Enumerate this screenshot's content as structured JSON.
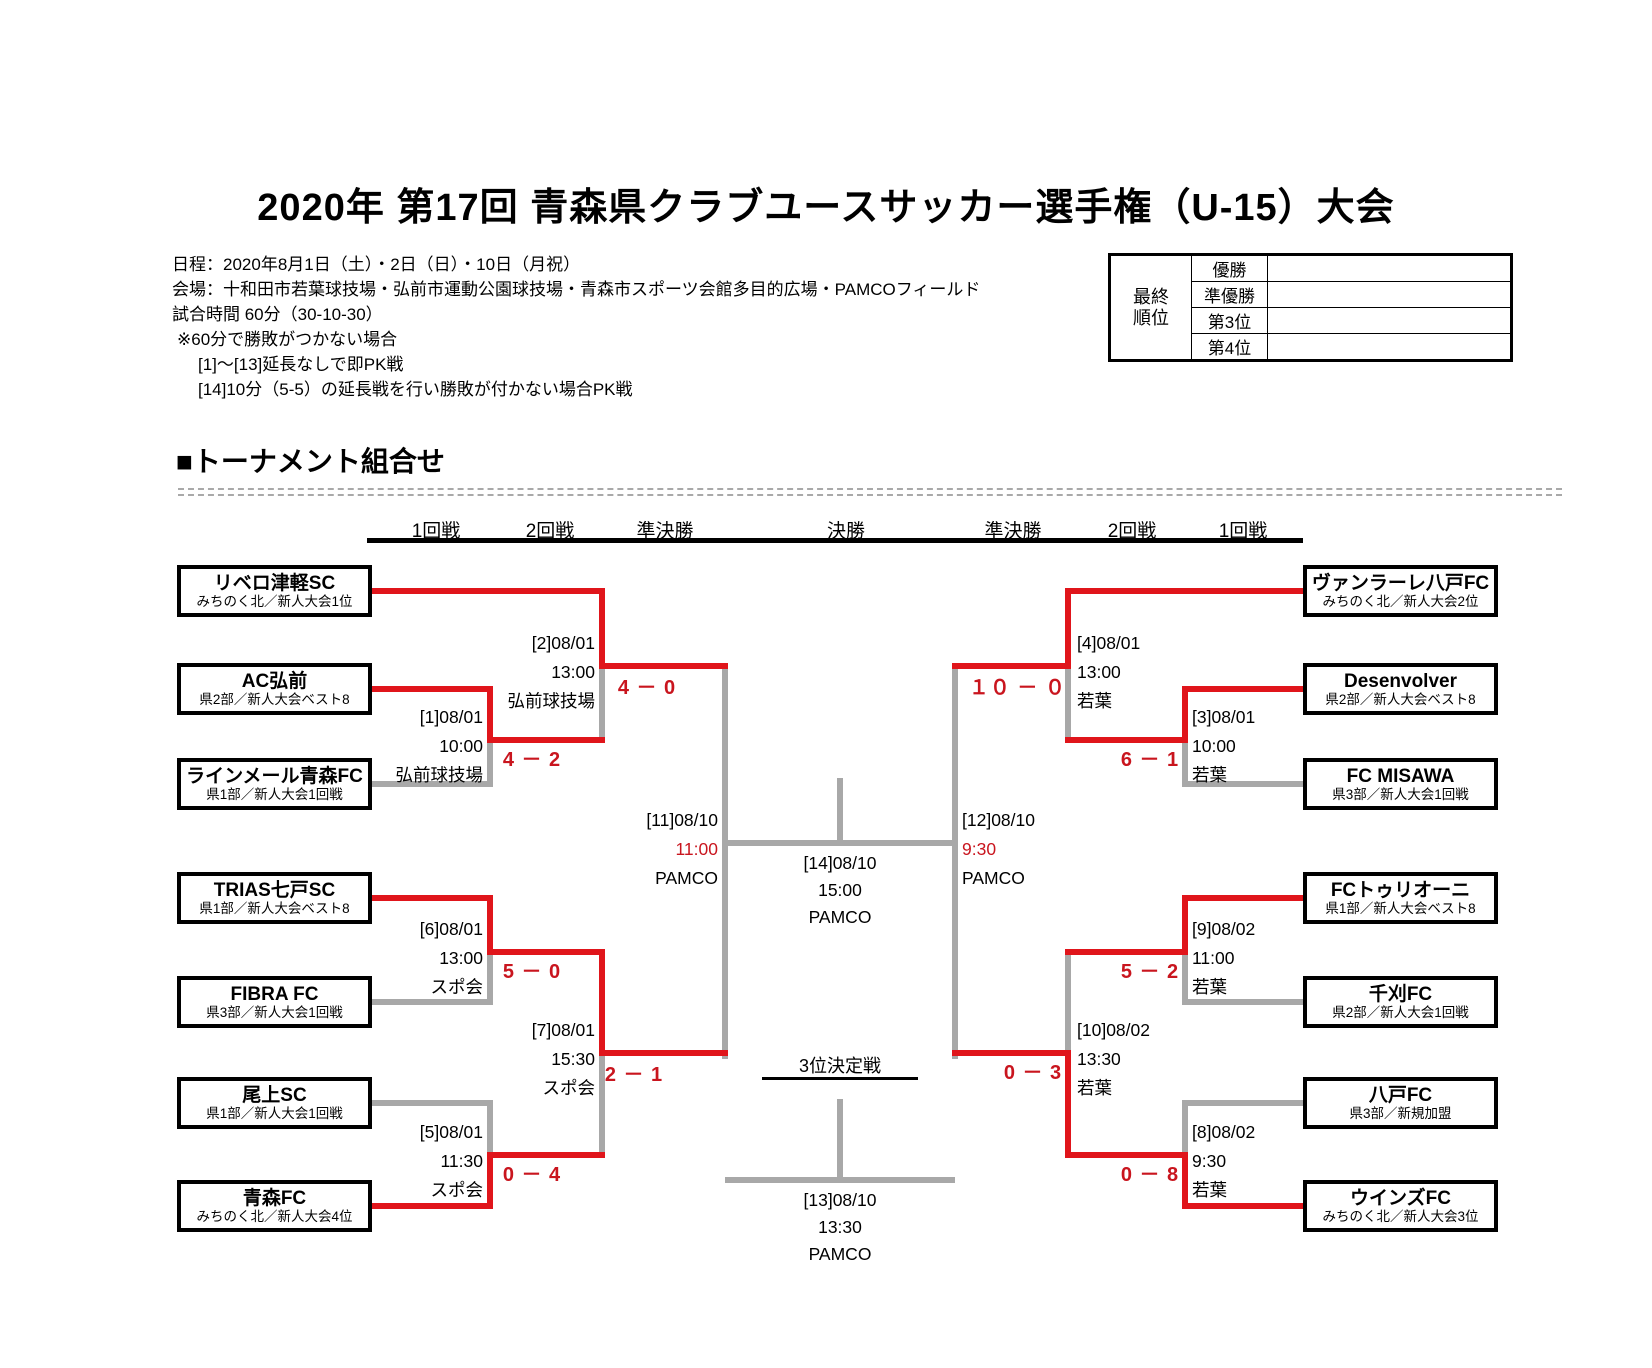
{
  "title": "2020年 第17回 青森県クラブユースサッカー選手権（U-15）大会",
  "info_lines": [
    "日程：2020年8月1日（土）・2日（日）・10日（月祝）",
    "会場：十和田市若葉球技場・弘前市運動公園球技場・青森市スポーツ会館多目的広場・PAMCOフィールド",
    "試合時間 60分（30-10-30）",
    "※60分で勝敗がつかない場合",
    "[1]～[13]延長なしで即PK戦",
    "[14]10分（5-5）の延長戦を行い勝敗が付かない場合PK戦"
  ],
  "standings": {
    "header_line1": "最終",
    "header_line2": "順位",
    "rows": [
      {
        "label": "優勝",
        "value": ""
      },
      {
        "label": "準優勝",
        "value": ""
      },
      {
        "label": "第3位",
        "value": ""
      },
      {
        "label": "第4位",
        "value": ""
      }
    ]
  },
  "section_heading": "■トーナメント組合せ",
  "round_headers": [
    "1回戦",
    "2回戦",
    "準決勝",
    "決勝",
    "準決勝",
    "2回戦",
    "1回戦"
  ],
  "teams": {
    "left": [
      {
        "name": "リベロ津軽SC",
        "seed": "みちのく北／新人大会1位"
      },
      {
        "name": "AC弘前",
        "seed": "県2部／新人大会ベスト8"
      },
      {
        "name": "ラインメール青森FC",
        "seed": "県1部／新人大会1回戦"
      },
      {
        "name": "TRIAS七戸SC",
        "seed": "県1部／新人大会ベスト8"
      },
      {
        "name": "FIBRA FC",
        "seed": "県3部／新人大会1回戦"
      },
      {
        "name": "尾上SC",
        "seed": "県1部／新人大会1回戦"
      },
      {
        "name": "青森FC",
        "seed": "みちのく北／新人大会4位"
      }
    ],
    "right": [
      {
        "name": "ヴァンラーレ八戸FC",
        "seed": "みちのく北／新人大会2位"
      },
      {
        "name": "Desenvolver",
        "seed": "県2部／新人大会ベスト8"
      },
      {
        "name": "FC MISAWA",
        "seed": "県3部／新人大会1回戦"
      },
      {
        "name": "FCトゥリオーニ",
        "seed": "県1部／新人大会ベスト8"
      },
      {
        "name": "千刈FC",
        "seed": "県2部／新人大会1回戦"
      },
      {
        "name": "八戸FC",
        "seed": "県3部／新規加盟"
      },
      {
        "name": "ウインズFC",
        "seed": "みちのく北／新人大会3位"
      }
    ]
  },
  "matches": {
    "m1": {
      "label": "[1]08/01",
      "time": "10:00",
      "venue": "弘前球技場",
      "score": "4 － 2"
    },
    "m2": {
      "label": "[2]08/01",
      "time": "13:00",
      "venue": "弘前球技場",
      "score": "4 － 0"
    },
    "m3": {
      "label": "[3]08/01",
      "time": "10:00",
      "venue": "若葉",
      "score": "6 － 1"
    },
    "m4": {
      "label": "[4]08/01",
      "time": "13:00",
      "venue": "若葉",
      "score": "１０ － ０"
    },
    "m5": {
      "label": "[5]08/01",
      "time": "11:30",
      "venue": "スポ会",
      "score": "0 － 4"
    },
    "m6": {
      "label": "[6]08/01",
      "time": "13:00",
      "venue": "スポ会",
      "score": "5 － 0"
    },
    "m7": {
      "label": "[7]08/01",
      "time": "15:30",
      "venue": "スポ会",
      "score": "2 － 1"
    },
    "m8": {
      "label": "[8]08/02",
      "time": "9:30",
      "venue": "若葉",
      "score": "0 － 8"
    },
    "m9": {
      "label": "[9]08/02",
      "time": "11:00",
      "venue": "若葉",
      "score": "5 － 2"
    },
    "m10": {
      "label": "[10]08/02",
      "time": "13:30",
      "venue": "若葉",
      "score": "0 － 3"
    },
    "m11": {
      "label": "[11]08/10",
      "time": "11:00",
      "venue": "PAMCO"
    },
    "m12": {
      "label": "[12]08/10",
      "time": "9:30",
      "venue": "PAMCO"
    },
    "m13": {
      "label": "[13]08/10",
      "time": "13:30",
      "venue": "PAMCO"
    },
    "m14": {
      "label": "[14]08/10",
      "time": "15:00",
      "venue": "PAMCO"
    }
  },
  "third_place_title": "3位決定戦",
  "colors": {
    "winner_line": "#e0151b",
    "pending_line": "#a8a8a8",
    "score_text": "#c9151e",
    "highlight_time": "#c9151e",
    "box_border": "#000000"
  }
}
